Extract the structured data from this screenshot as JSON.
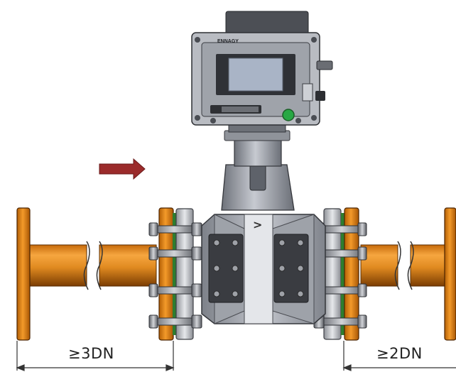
{
  "diagram": {
    "device_brand": "ENNAGY",
    "upstream_requirement": "≥3DN",
    "downstream_requirement": "≥2DN",
    "flow_direction": "left-to-right",
    "body_arrow_glyph": ">",
    "colors": {
      "pipe_orange": "#E8901E",
      "flange_orange": "#EE8A10",
      "flow_arrow": "#9B2B2B",
      "housing_gray": "#9CA0A8",
      "display_blue": "#A9B4C6",
      "indicator_green": "#28A844"
    }
  }
}
